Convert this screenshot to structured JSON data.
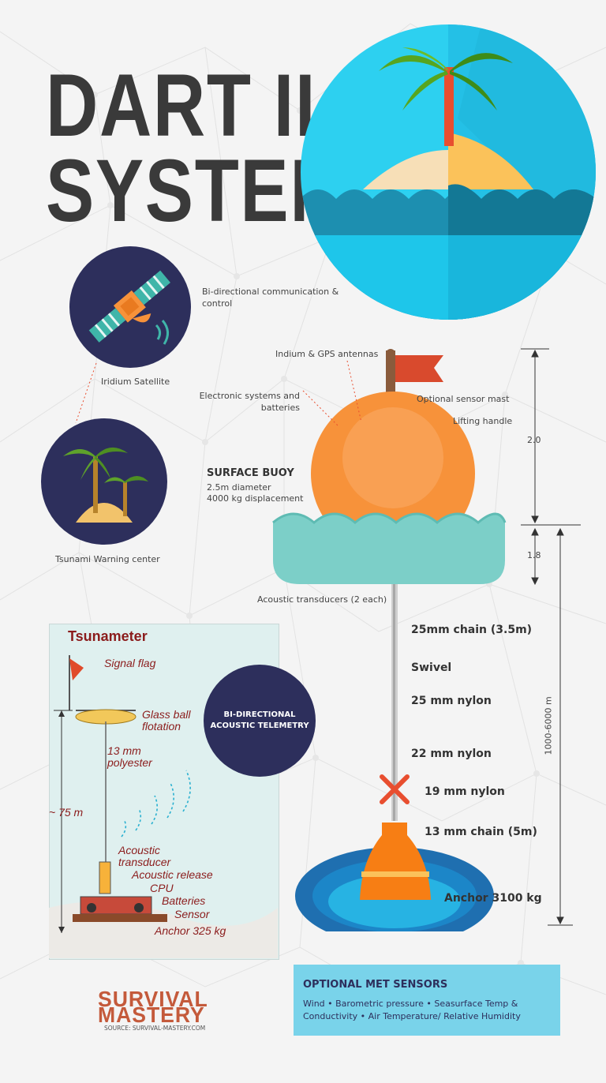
{
  "title": {
    "line1": "DART II",
    "line2": "SYSTEM"
  },
  "labels": {
    "bidirectional_comm": "Bi-directional communication & control",
    "iridium": "Iridium Satellite",
    "tsunami_center": "Tsunami Warning center",
    "antennas": "Indium & GPS antennas",
    "electronic": "Electronic systems and batteries",
    "sensor_mast": "Optional sensor mast",
    "lifting_handle": "Lifting handle",
    "surface_buoy": "SURFACE BUOY",
    "buoy_diameter": "2.5m diameter",
    "buoy_displacement": "4000 kg displacement",
    "dim_top": "2.0",
    "dim_bottom": "1.8",
    "depth": "1000-6000 m",
    "acoustic_transducers": "Acoustic transducers (2 each)",
    "chain_25": "25mm chain (3.5m)",
    "swivel": "Swivel",
    "nylon_25": "25 mm nylon",
    "nylon_22": "22 mm nylon",
    "nylon_19": "19 mm nylon",
    "chain_13": "13 mm chain (5m)",
    "anchor": "Anchor 3100 kg"
  },
  "tsunameter": {
    "title": "Tsunameter",
    "signal_flag": "Signal flag",
    "glass_ball": "Glass ball flotation",
    "polyester": "13 mm polyester",
    "depth": "~ 75 m",
    "acoustic_transducer": "Acoustic transducer",
    "acoustic_release": "Acoustic release",
    "cpu": "CPU",
    "batteries": "Batteries",
    "sensor": "Sensor",
    "anchor": "Anchor 325 kg"
  },
  "telemetry": "BI-DIRECTIONAL ACOUSTIC TELEMETRY",
  "met": {
    "title": "OPTIONAL MET SENSORS",
    "text": "Wind  •  Barometric pressure  • Seasurface Temp & Conductivity  •  Air Temperature/ Relative Humidity"
  },
  "brand": {
    "line1": "SURVIVAL",
    "line2": "MASTERY",
    "source": "SOURCE: SURVIVAL-MASTERY.COM"
  },
  "colors": {
    "navy": "#2d2f5c",
    "orange": "#f7923a",
    "teal": "#7ccfc8",
    "sky": "#29c3e8",
    "red": "#e84e2f"
  }
}
